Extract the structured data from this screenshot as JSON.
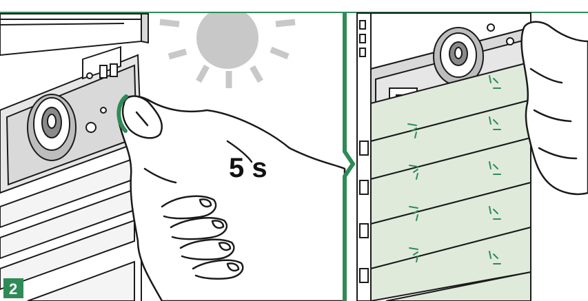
{
  "hold_duration_label": "5 s",
  "step_number": "2",
  "colors": {
    "accent_green": "#2e8b57",
    "panel_lit_green": "#dfeadb",
    "dash_green": "#2e8b57",
    "sun_grey": "#c8c8c8",
    "line": "#1a1a1a",
    "device_grey": "#d9d9d9"
  },
  "icons": {
    "sun": "sun-icon",
    "step_badge": "step-badge",
    "transition_arrow": "chevron-right-icon"
  },
  "panels": {
    "left": {
      "scene": "finger-pressing-button"
    },
    "right": {
      "scene": "modules-blinking",
      "blinking_modules": 5
    }
  }
}
